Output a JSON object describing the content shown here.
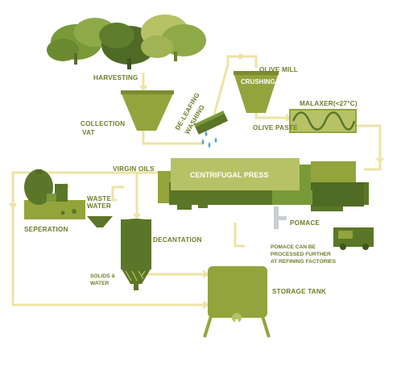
{
  "labels": {
    "harvesting": "HARVESTING",
    "collection_line1": "COLLECTION",
    "collection_line2": "VAT",
    "deleafing_line1": "DE-LEAFING",
    "deleafing_line2": "WASHING",
    "olive_mill": "OLIVE MILL",
    "crushing": "CRUSHING",
    "malaxer": "MALAXER(<27°C)",
    "olive_paste": "OLIVE PASTE",
    "virgin_oils": "VIRGIN OILS",
    "centrifugal_press": "CENTRIFUGAL PRESS",
    "waste_water_line1": "WASTE",
    "waste_water_line2": "WATER",
    "seperation": "SEPERATION",
    "decantation": "DECANTATION",
    "pomace": "POMACE",
    "pomace_note_line1": "POMACE CAN BE",
    "pomace_note_line2": "PROCESSED FURTHER",
    "pomace_note_line3": "AT REFINING FACTORIES",
    "solids_line1": "SOLIDS &",
    "solids_line2": "WATER",
    "storage_tank": "STORAGE TANK"
  },
  "colors": {
    "flow_line": "#eee3a6",
    "text": "#6f7f2a",
    "dark_green": "#5b7628",
    "olive": "#94a43c",
    "light_green": "#b7c266",
    "water": "#5aa7c9"
  }
}
